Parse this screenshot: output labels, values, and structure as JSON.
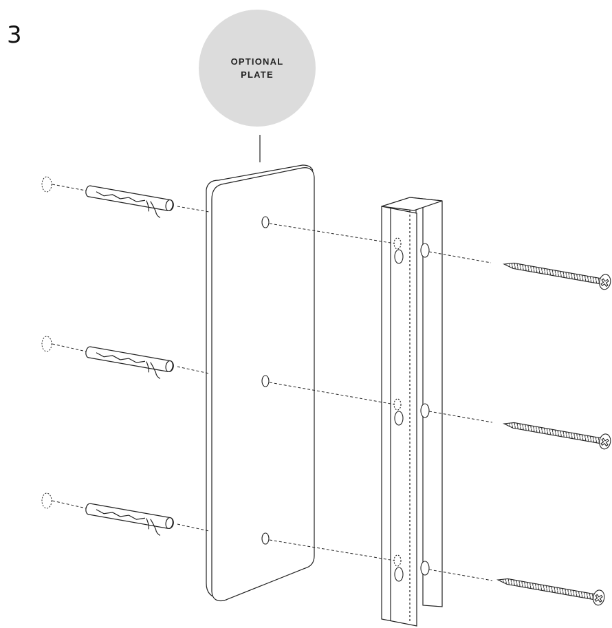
{
  "step": {
    "number": "3"
  },
  "callout": {
    "line1": "OPTIONAL",
    "line2": "PLATE"
  },
  "colors": {
    "ink": "#222222",
    "callout_fill": "#dcdcdc",
    "background": "#ffffff"
  },
  "parts": {
    "anchors": {
      "count": 3,
      "icon": "wall-anchor-icon"
    },
    "screws": {
      "count": 3,
      "icon": "screw-icon"
    },
    "plate": {
      "icon": "mounting-plate-icon",
      "holes": 3
    },
    "bracket": {
      "icon": "u-channel-bracket-icon",
      "holes_per_side": 3
    }
  }
}
